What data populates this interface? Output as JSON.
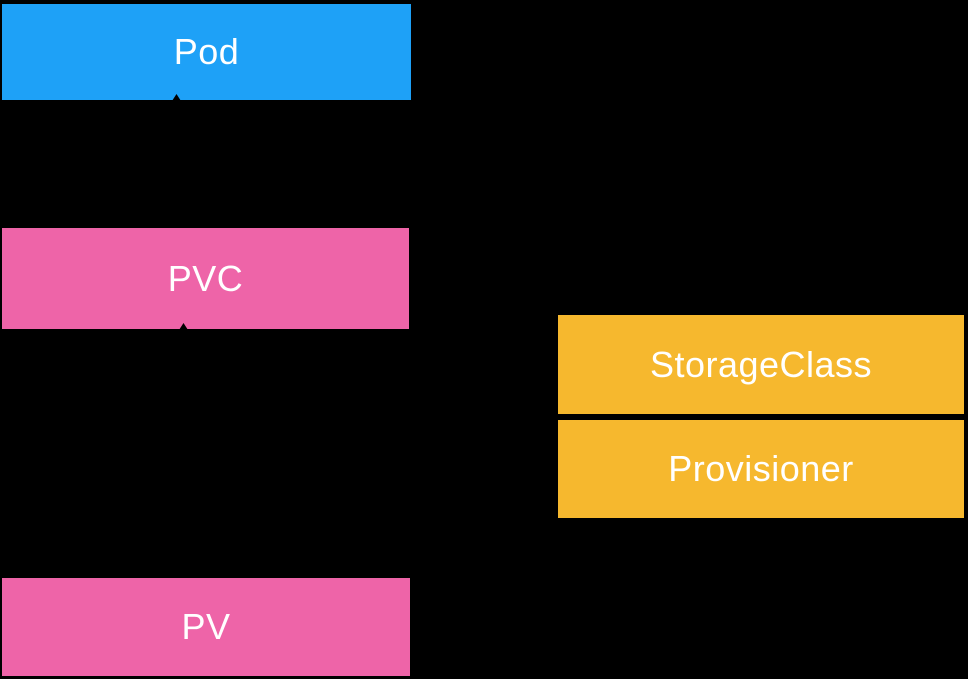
{
  "colors": {
    "background": "#000000",
    "pod_blue": "#1EA1F7",
    "claim_pink": "#EE64A8",
    "storage_orange": "#F6B82E",
    "label_white": "#FFFFFF",
    "arrow_black": "#000000"
  },
  "nodes": {
    "pod": {
      "label": "Pod",
      "color": "#1EA1F7"
    },
    "pvc": {
      "label": "PVC",
      "color": "#EE64A8"
    },
    "pv": {
      "label": "PV",
      "color": "#EE64A8"
    },
    "storageclass": {
      "label": "StorageClass",
      "color": "#F6B82E"
    },
    "provisioner": {
      "label": "Provisioner",
      "color": "#F6B82E"
    }
  },
  "arrow_tips": [
    {
      "name": "arrow-tip-into-pod-bottom",
      "color": "#000000"
    },
    {
      "name": "arrow-tip-into-pvc-bottom",
      "color": "#000000"
    }
  ]
}
